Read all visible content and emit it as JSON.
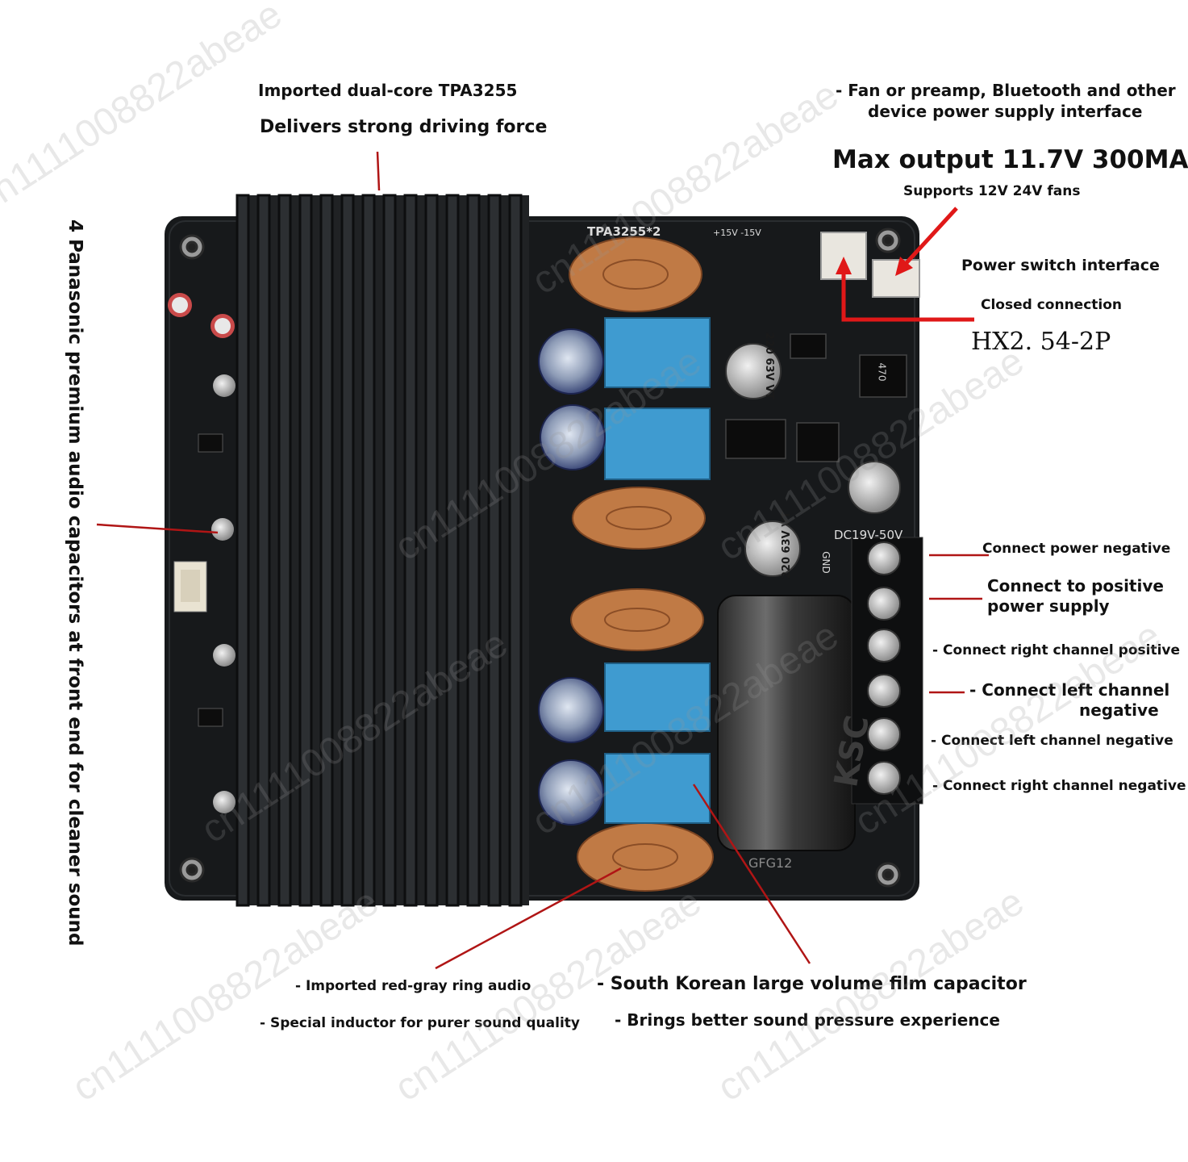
{
  "labels": {
    "tpa_line1": "Imported dual-core TPA3255",
    "tpa_line2": "Delivers strong driving force",
    "fan_line1": "- Fan or preamp, Bluetooth and other",
    "fan_line2": "device power supply interface",
    "max_output": "Max output 11.7V 300MA",
    "supports_fans": "Supports 12V 24V fans",
    "power_switch": "Power switch interface",
    "closed_connection": "Closed connection",
    "hx_connector": "HX2. 54-2P",
    "capacitors_vertical": "4 Panasonic premium audio capacitors at front end for cleaner sound",
    "power_negative": "Connect power negative",
    "power_positive_line1": "Connect to positive",
    "power_positive_line2": "power supply",
    "right_positive": "- Connect right channel positive",
    "left_channel_line1": "- Connect left channel",
    "left_channel_line2": "negative",
    "left_negative": "- Connect left channel negative",
    "right_negative": "- Connect right channel negative",
    "inductor_line1": "- Imported red-gray ring audio",
    "inductor_line2": "- Special inductor for purer sound quality",
    "film_cap_line1": "- South Korean large volume film capacitor",
    "film_cap_line2": "- Brings better sound pressure experience"
  },
  "board": {
    "chip_marking": "TPA3255*2",
    "rail_marking": "+15V  -15V",
    "dc_marking": "DC19V-50V",
    "gnd_marking": "GND",
    "cap_marking_1": "220 63V VT",
    "cap_marking_2": "220 63V VT",
    "bulk_cap_marking": "KSC",
    "bulk_cap_code": "GFG12",
    "inductor_marking": "470"
  },
  "watermark": "cn1111008822abeae",
  "colors": {
    "board": "#17191b",
    "heatsink": "#1e2022",
    "inductor": "#c07a45",
    "film_cap": "#3f9bd0",
    "arrow": "#e01818",
    "leader": "#b01515"
  }
}
